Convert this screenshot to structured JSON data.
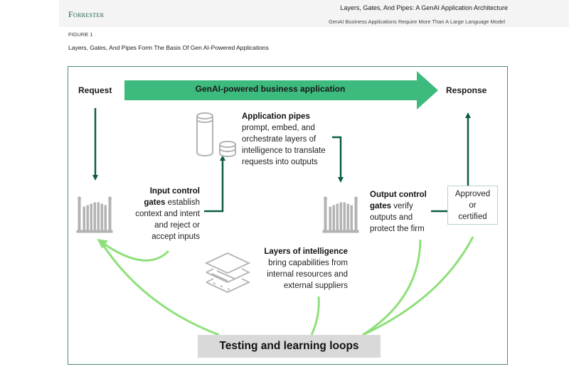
{
  "header": {
    "logo": "Forrester",
    "report_title": "Layers, Gates, And Pipes: A GenAI Application Architecture",
    "report_subtitle": "GenAI Business Applications Require More Than A Large Language Model"
  },
  "figure": {
    "label": "FIGURE 1",
    "title": "Layers, Gates, And Pipes Form The Basis Of Gen AI-Powered Applications"
  },
  "diagram": {
    "request_label": "Request",
    "response_label": "Response",
    "banner_label": "GenAI-powered business application",
    "application_pipes": {
      "title": "Application pipes",
      "lines": [
        "prompt, embed, and",
        "orchestrate layers of",
        "intelligence to translate",
        "requests into outputs"
      ]
    },
    "input_gates": {
      "title_1": "Input control",
      "title_2": "gates",
      "line_2_rest": " establish",
      "lines": [
        "context and intent",
        "and reject or",
        "accept inputs"
      ]
    },
    "output_gates": {
      "title_1": "Output control",
      "title_2": "gates",
      "line_2_rest": " verify",
      "lines": [
        "outputs and",
        "protect the firm"
      ]
    },
    "approved": {
      "lines": [
        "Approved",
        "or",
        "certified"
      ]
    },
    "layers": {
      "title": "Layers of intelligence",
      "lines": [
        "bring capabilities from",
        "internal resources and",
        "external suppliers"
      ]
    },
    "testing_label": "Testing and learning loops",
    "colors": {
      "banner": "#3dba7e",
      "dark_arrow": "#0f5c43",
      "loop": "#8ee07a",
      "icon": "#b3b3b3",
      "frame": "#4d8a70"
    }
  }
}
